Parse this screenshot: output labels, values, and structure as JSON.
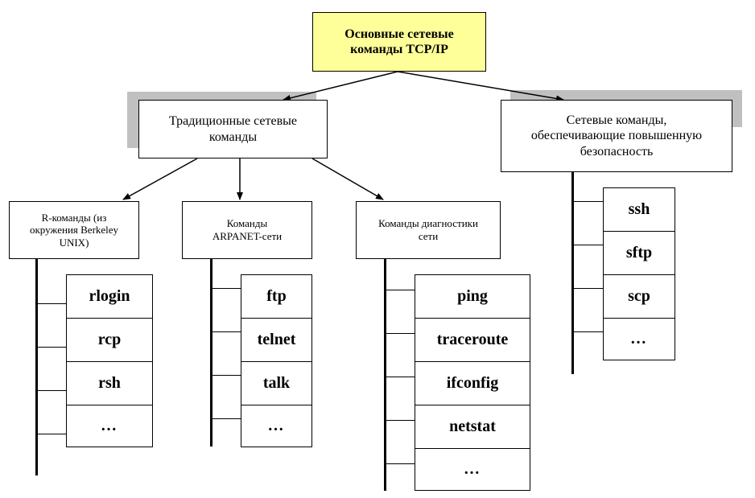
{
  "root": {
    "title": "Основные сетевые команды TCP/IP"
  },
  "traditional": {
    "title": "Традиционные сетевые команды"
  },
  "secure": {
    "title": "Сетевые команды, обеспечивающие повышенную безопасность",
    "commands": [
      "ssh",
      "sftp",
      "scp",
      "…"
    ]
  },
  "r_commands": {
    "title": "R-команды (из окружения Berkeley UNIX)",
    "commands": [
      "rlogin",
      "rcp",
      "rsh",
      "…"
    ]
  },
  "arpanet": {
    "title": "Команды ARPANET-сети",
    "commands": [
      "ftp",
      "telnet",
      "talk",
      "…"
    ]
  },
  "diagnostics": {
    "title": "Команды диагностики сети",
    "commands": [
      "ping",
      "traceroute",
      "ifconfig",
      "netstat",
      "…"
    ]
  },
  "colors": {
    "root_fill": "#ffff99",
    "shadow": "#c0c0c0"
  }
}
